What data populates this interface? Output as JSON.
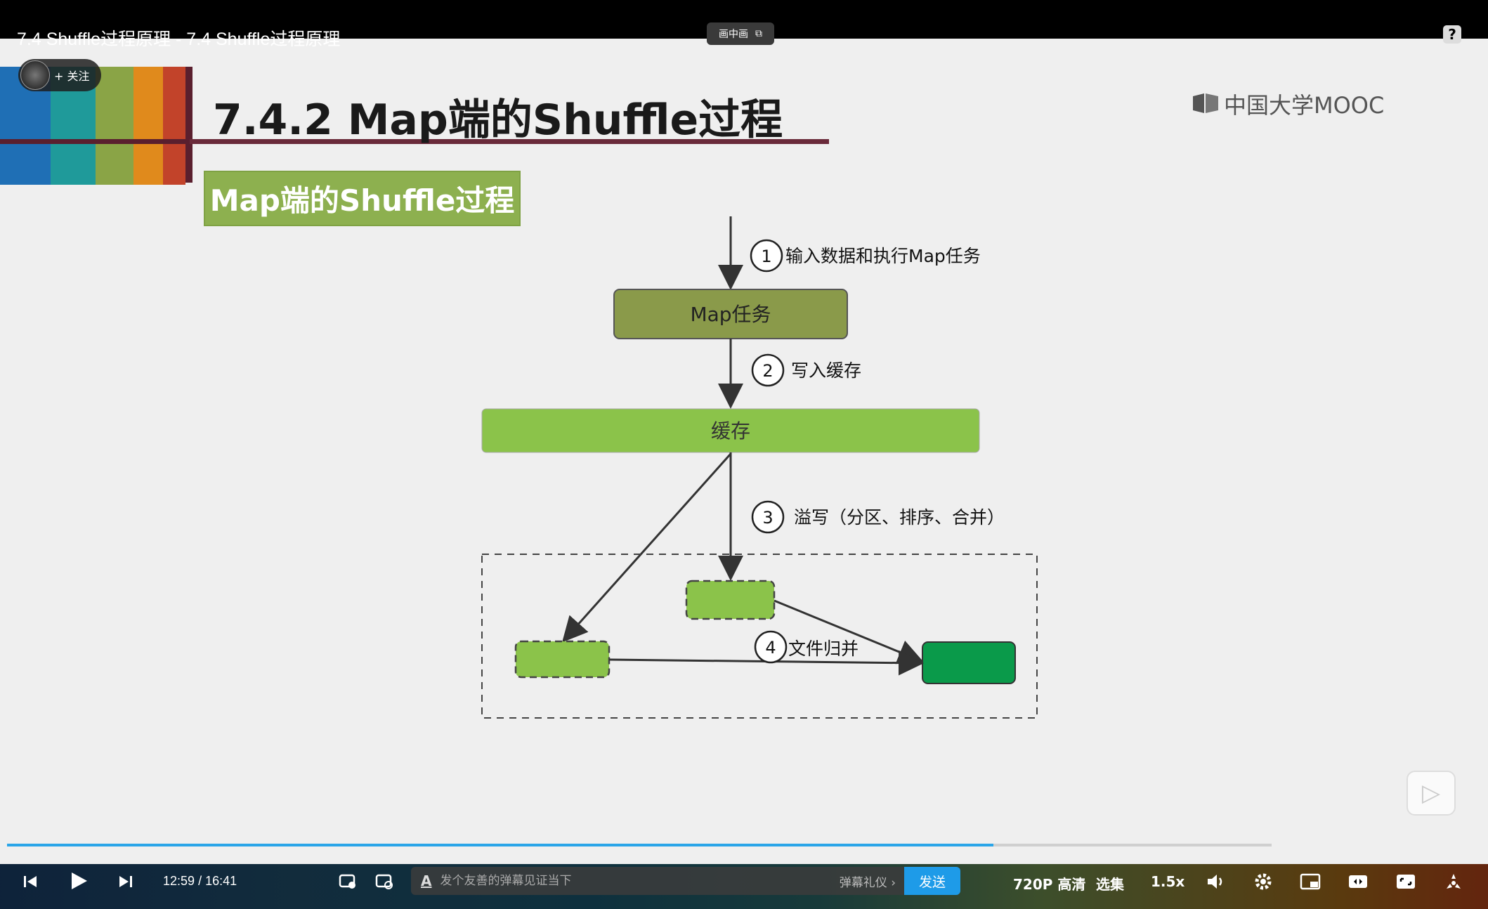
{
  "window": {
    "video_title": "7.4 Shuffle过程原理 - 7.4 Shuffle过程原理",
    "pip_label": "画中画",
    "help_label": "?",
    "follow_label": "+ 关注"
  },
  "slide": {
    "title": "7.4.2 Map端的Shuffle过程",
    "logo_text": "中国大学MOOC",
    "section_label": "Map端的Shuffle过程",
    "stripe_colors": [
      "#1f6fb5",
      "#1f9a9a",
      "#8aa446",
      "#e08a1c",
      "#c2432a",
      "#5a1f2e"
    ]
  },
  "diagram": {
    "step1_num": "1",
    "step1_text": "输入数据和执行Map任务",
    "map_task": "Map任务",
    "step2_num": "2",
    "step2_text": "写入缓存",
    "buffer": "缓存",
    "step3_num": "3",
    "step3_text": "溢写（分区、排序、合并）",
    "step4_num": "4",
    "step4_text": "文件归并"
  },
  "player": {
    "current_time": "12:59",
    "separator": "/",
    "duration": "16:41",
    "progress": 0.78,
    "danmaku_placeholder": "发个友善的弹幕见证当下",
    "danmaku_etiquette": "弹幕礼仪 ›",
    "send_label": "发送",
    "quality_label": "720P 高清",
    "episodes_label": "选集",
    "speed_label": "1.5x",
    "accent_color": "#1e9be8"
  }
}
